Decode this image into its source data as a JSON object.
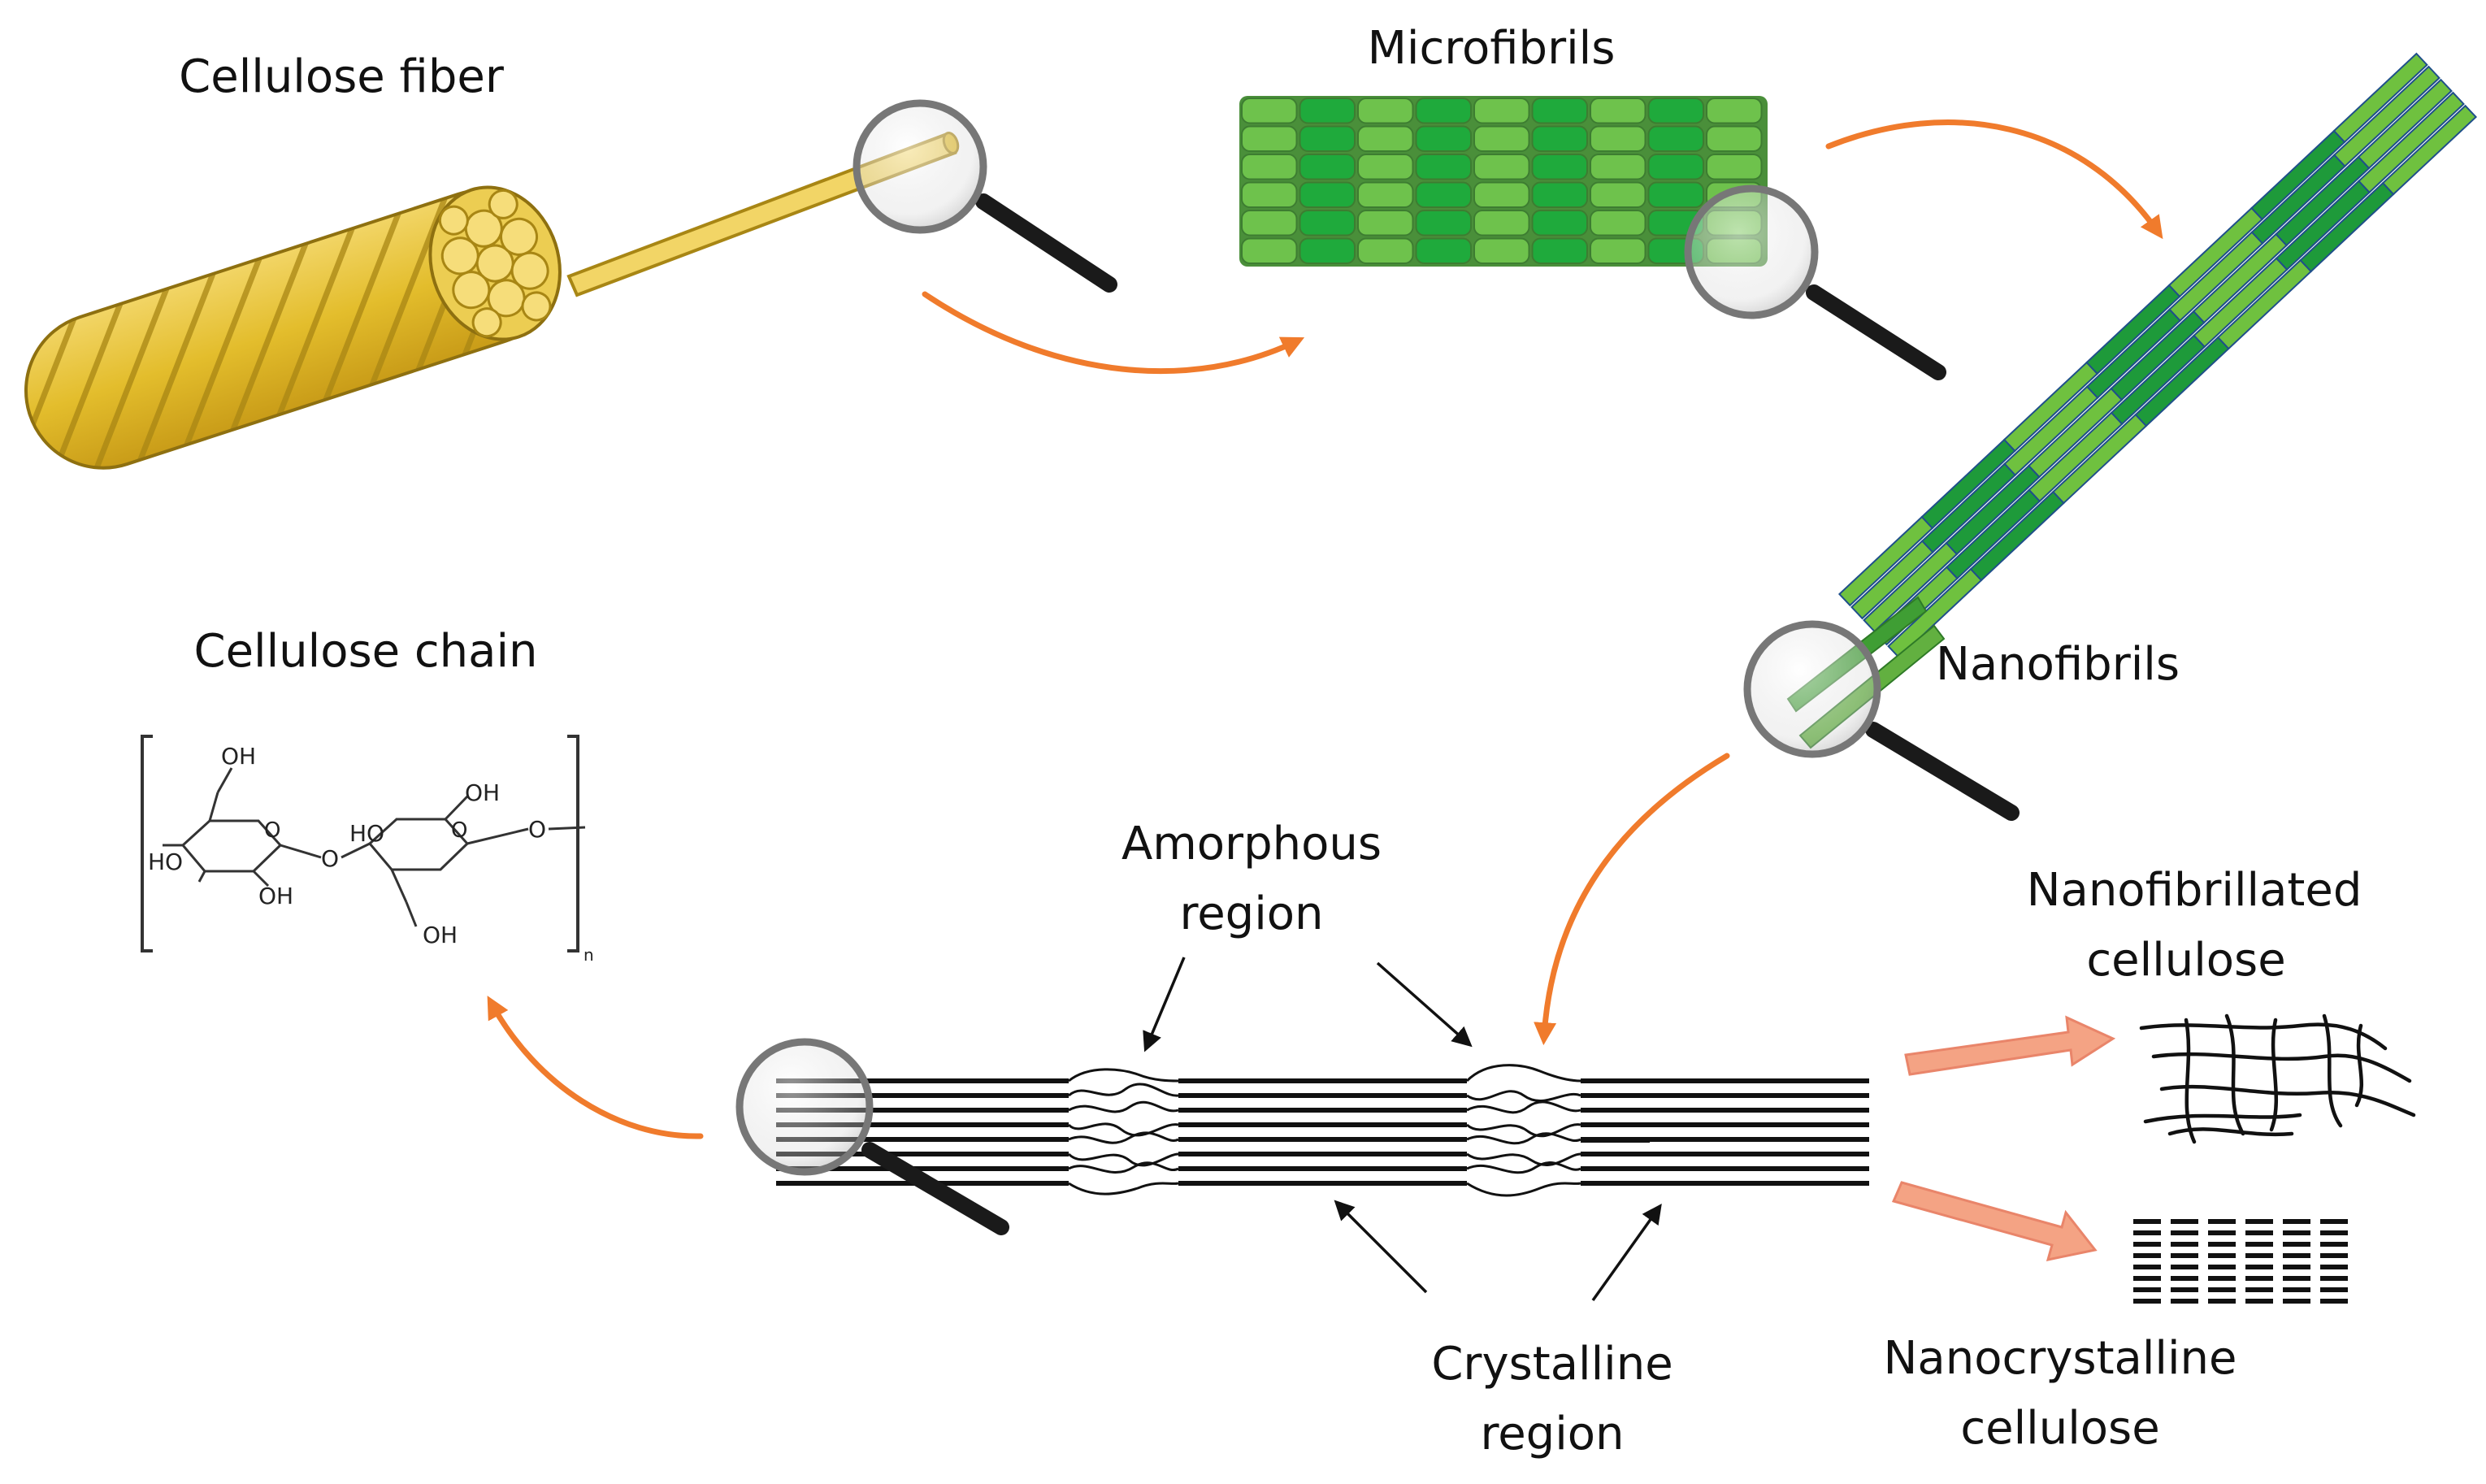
{
  "labels": {
    "cellulose_fiber": "Cellulose fiber",
    "microfibrils": "Microfibrils",
    "nanofibrils": "Nanofibrils",
    "cellulose_chain": "Cellulose chain",
    "amorphous_1": "Amorphous",
    "amorphous_2": "region",
    "crystalline_1": "Crystalline",
    "crystalline_2": "region",
    "nfc_1": "Nanofibrillated",
    "nfc_2": "cellulose",
    "ncc_1": "Nanocrystalline",
    "ncc_2": "cellulose"
  },
  "chem": {
    "oh": "OH",
    "ho": "HO",
    "o": "O",
    "n": "n"
  },
  "colors": {
    "fiber_gold": "#e3bd2c",
    "fiber_stripe": "#a88614",
    "micro_dark": "#1faa3c",
    "micro_light": "#6ec24c",
    "nano_dark": "#1e9a3a",
    "nano_light": "#6fc13f",
    "arrow_orange": "#f07b2c",
    "arrow_salmon": "#f4a384"
  }
}
